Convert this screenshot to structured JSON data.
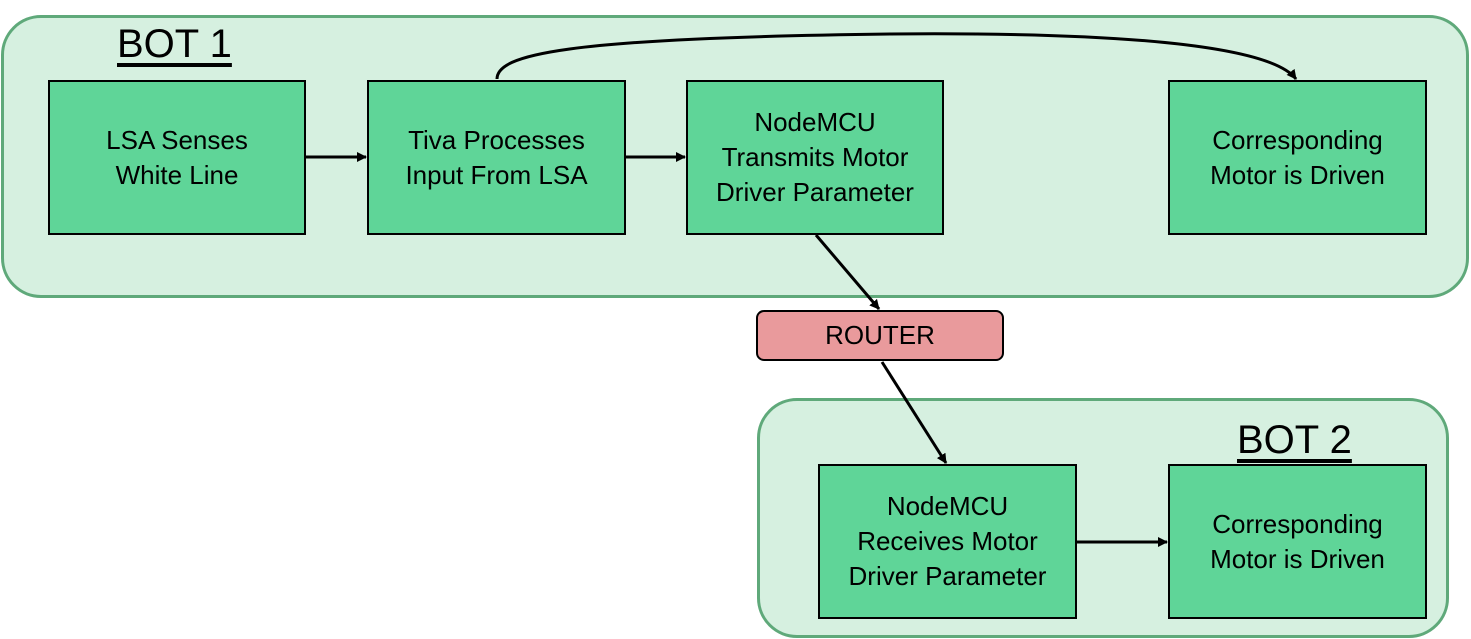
{
  "groups": {
    "bot1": {
      "title": "BOT 1"
    },
    "bot2": {
      "title": "BOT 2"
    }
  },
  "nodes": {
    "lsa": "LSA Senses\nWhite Line",
    "tiva": "Tiva Processes\nInput From LSA",
    "nodemcu_tx": "NodeMCU\nTransmits Motor\nDriver Parameter",
    "motor1": "Corresponding\nMotor is Driven",
    "router": "ROUTER",
    "nodemcu_rx": "NodeMCU\nReceives Motor\nDriver Parameter",
    "motor2": "Corresponding\nMotor is Driven"
  },
  "colors": {
    "group_fill": "#d6f0e0",
    "group_border": "#5fa97a",
    "box_fill": "#5fd598",
    "router_fill": "#e99a9c",
    "line": "#000000"
  }
}
